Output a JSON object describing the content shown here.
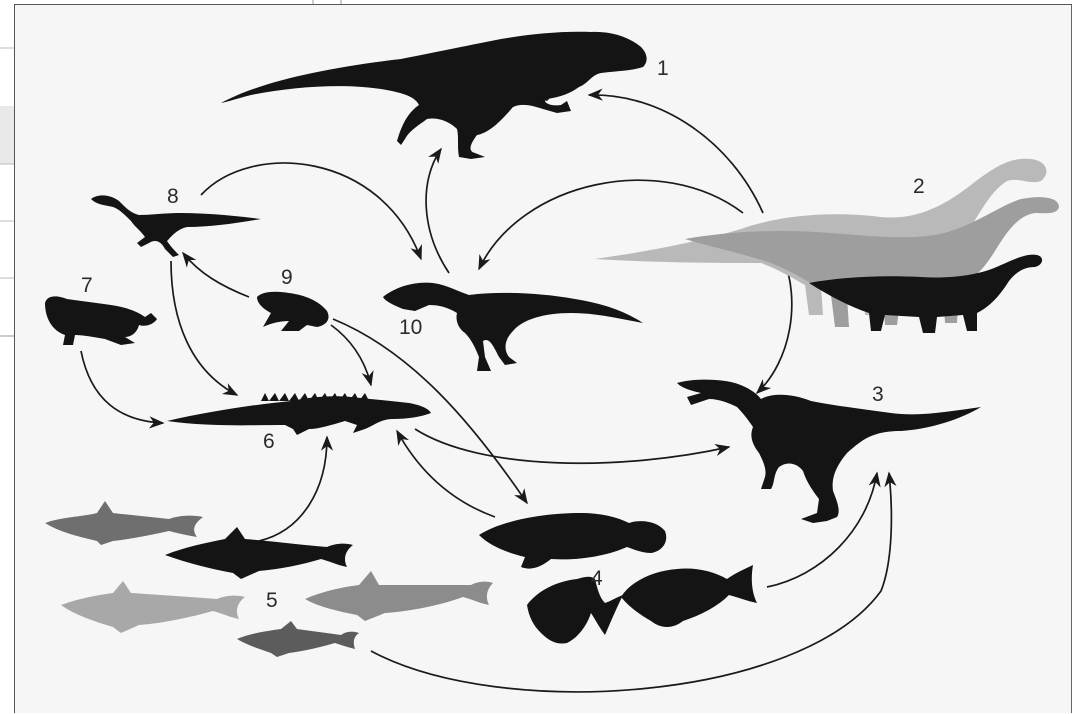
{
  "diagram": {
    "nodes": [
      {
        "id": "1",
        "label": "1",
        "icon": "large-theropod-silhouette-icon"
      },
      {
        "id": "2",
        "label": "2",
        "icon": "sauropod-group-silhouette-icon"
      },
      {
        "id": "3",
        "label": "3",
        "icon": "spinosaurid-silhouette-icon"
      },
      {
        "id": "4",
        "label": "4",
        "icon": "bony-fish-group-silhouette-icon"
      },
      {
        "id": "5",
        "label": "5",
        "icon": "shark-group-silhouette-icon"
      },
      {
        "id": "6",
        "label": "6",
        "icon": "crocodyliform-silhouette-icon"
      },
      {
        "id": "7",
        "label": "7",
        "icon": "turtle-silhouette-icon"
      },
      {
        "id": "8",
        "label": "8",
        "icon": "small-theropod-silhouette-icon"
      },
      {
        "id": "9",
        "label": "9",
        "icon": "frog-silhouette-icon"
      },
      {
        "id": "10",
        "label": "10",
        "icon": "juvenile-theropod-silhouette-icon"
      }
    ],
    "edges": [
      {
        "from": "2",
        "to": "1"
      },
      {
        "from": "10",
        "to": "1"
      },
      {
        "from": "8",
        "to": "10"
      },
      {
        "from": "2",
        "to": "10"
      },
      {
        "from": "2",
        "to": "3"
      },
      {
        "from": "9",
        "to": "8"
      },
      {
        "from": "8",
        "to": "6"
      },
      {
        "from": "7",
        "to": "6"
      },
      {
        "from": "9",
        "to": "6"
      },
      {
        "from": "9",
        "to": "4"
      },
      {
        "from": "6",
        "to": "3"
      },
      {
        "from": "4",
        "to": "6"
      },
      {
        "from": "5",
        "to": "6"
      },
      {
        "from": "4",
        "to": "3"
      },
      {
        "from": "5",
        "to": "3"
      }
    ],
    "colors": {
      "silhouette": "#141414",
      "sauropod_light": "#b4b4b4",
      "sauropod_mid": "#9a9a9a",
      "shark_dark": "#6e6e6e",
      "shark_light": "#a6a6a6",
      "arrow": "#1a1a1a",
      "background": "#f6f6f6"
    }
  }
}
